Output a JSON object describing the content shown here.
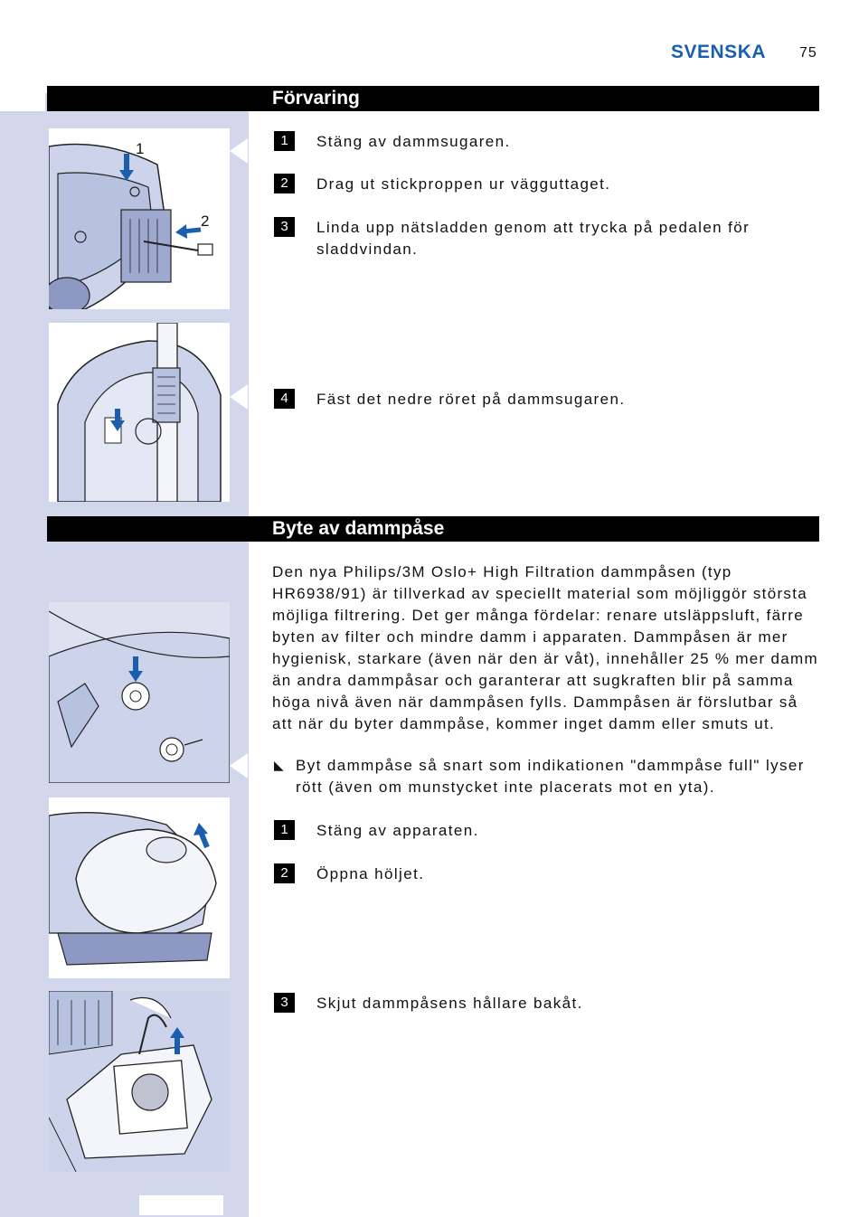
{
  "header": {
    "language": "SVENSKA",
    "page_number": "75"
  },
  "sections": [
    {
      "title": "Förvaring",
      "steps": [
        {
          "num": "1",
          "text": "Stäng av dammsugaren."
        },
        {
          "num": "2",
          "text": "Drag ut stickproppen ur vägguttaget."
        },
        {
          "num": "3",
          "text": "Linda upp nätsladden genom att trycka på pedalen för sladdvindan."
        },
        {
          "num": "4",
          "text": "Fäst det nedre röret på dammsugaren."
        }
      ]
    },
    {
      "title": "Byte av dammpåse",
      "intro": "Den nya Philips/3M Oslo+ High Filtration dammpåsen (typ HR6938/91) är tillverkad av speciellt material som möjliggör största möjliga filtrering. Det ger många fördelar: renare utsläppsluft, färre byten av filter och mindre damm i apparaten. Dammpåsen är mer hygienisk, starkare (även när den är våt), innehåller 25 % mer damm än andra dammpåsar och garanterar att sugkraften blir på samma höga nivå även när dammpåsen fylls. Dammpåsen är förslutbar så att när du byter dammpåse, kommer inget damm eller smuts ut.",
      "bullet": "Byt dammpåse så snart som indikationen \"dammpåse full\" lyser rött (även om munstycket inte placerats mot en yta).",
      "steps": [
        {
          "num": "1",
          "text": "Stäng av apparaten."
        },
        {
          "num": "2",
          "text": "Öppna höljet."
        },
        {
          "num": "3",
          "text": "Skjut dammpåsens hållare bakåt."
        }
      ]
    }
  ],
  "figures": {
    "fig1_labels": [
      "1",
      "2"
    ],
    "accent_color": "#1a5fad",
    "sidebar_color": "#d3d7ec"
  }
}
